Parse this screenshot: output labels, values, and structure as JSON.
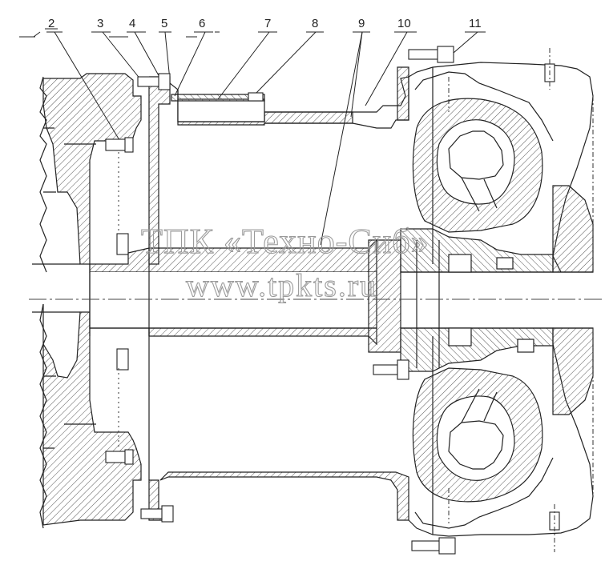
{
  "callouts": [
    "2",
    "3",
    "4",
    "5",
    "6",
    "7",
    "8",
    "9",
    "10",
    "11"
  ],
  "watermark": {
    "company": "ТПК «Техно-Сиб»",
    "website": "www.tpkts.ru"
  },
  "colors": {
    "line": "#222222",
    "hatch": "#555555",
    "watermark": "#9a9a9a",
    "background": "#ffffff"
  }
}
